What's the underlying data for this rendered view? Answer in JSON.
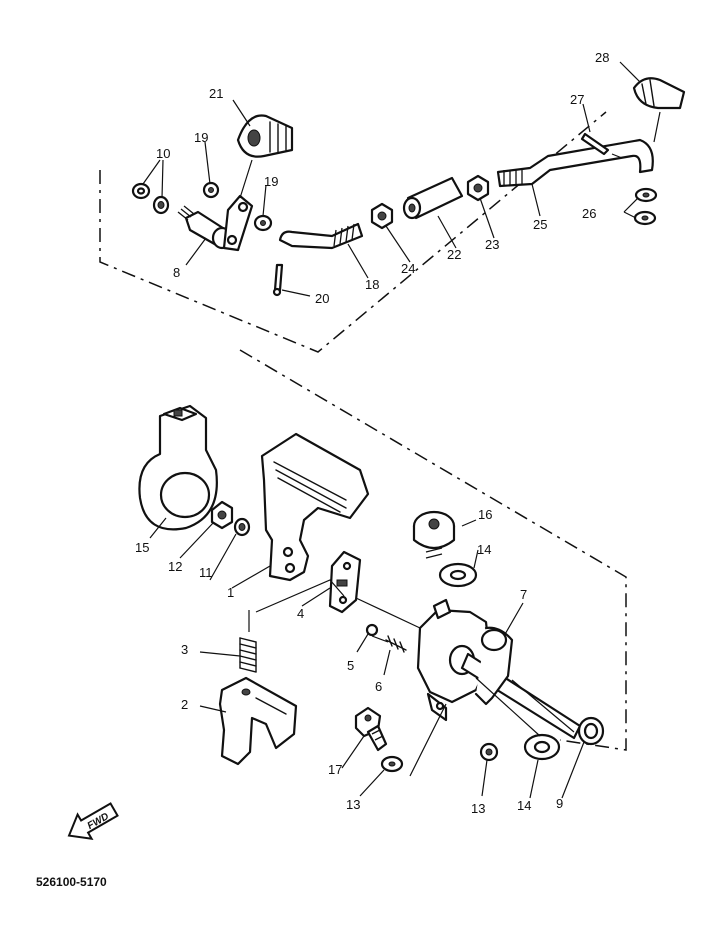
{
  "diagram": {
    "catalog_code": "526100-5170",
    "fwd_label": "FWD",
    "callouts": [
      {
        "id": "c1",
        "text": "1"
      },
      {
        "id": "c2",
        "text": "2"
      },
      {
        "id": "c3",
        "text": "3"
      },
      {
        "id": "c4",
        "text": "4"
      },
      {
        "id": "c5",
        "text": "5"
      },
      {
        "id": "c6",
        "text": "6"
      },
      {
        "id": "c7",
        "text": "7"
      },
      {
        "id": "c8",
        "text": "8"
      },
      {
        "id": "c9",
        "text": "9"
      },
      {
        "id": "c10",
        "text": "10"
      },
      {
        "id": "c11",
        "text": "11"
      },
      {
        "id": "c12",
        "text": "12"
      },
      {
        "id": "c13a",
        "text": "13"
      },
      {
        "id": "c13b",
        "text": "13"
      },
      {
        "id": "c14a",
        "text": "14"
      },
      {
        "id": "c14b",
        "text": "14"
      },
      {
        "id": "c15",
        "text": "15"
      },
      {
        "id": "c16",
        "text": "16"
      },
      {
        "id": "c17",
        "text": "17"
      },
      {
        "id": "c18",
        "text": "18"
      },
      {
        "id": "c19a",
        "text": "19"
      },
      {
        "id": "c19b",
        "text": "19"
      },
      {
        "id": "c20",
        "text": "20"
      },
      {
        "id": "c21",
        "text": "21"
      },
      {
        "id": "c22",
        "text": "22"
      },
      {
        "id": "c23",
        "text": "23"
      },
      {
        "id": "c24",
        "text": "24"
      },
      {
        "id": "c25",
        "text": "25"
      },
      {
        "id": "c26",
        "text": "26"
      },
      {
        "id": "c27",
        "text": "27"
      },
      {
        "id": "c28",
        "text": "28"
      }
    ]
  }
}
